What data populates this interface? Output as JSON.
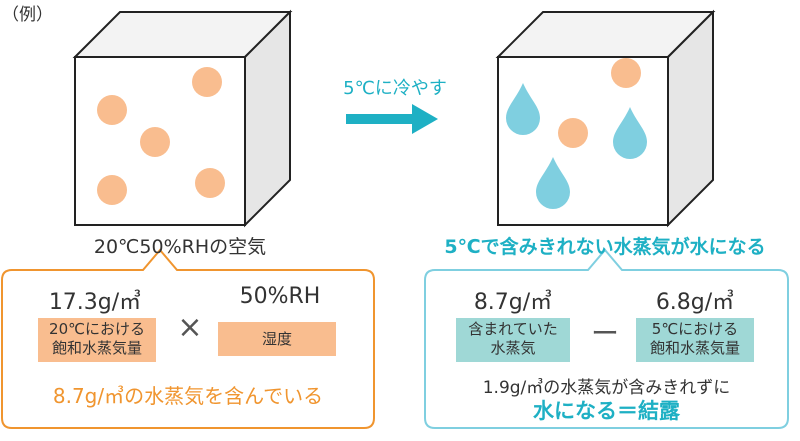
{
  "example_label": "（例）",
  "arrow_label": "5℃に冷やす",
  "left_box_caption": "20℃50%RHの空気",
  "right_box_caption": "5℃で含みきれない水蒸気が水になる",
  "left_panel": {
    "saturation_value": "17.3g/㎥",
    "saturation_label_line1": "20℃における",
    "saturation_label_line2": "飽和水蒸気量",
    "multiply_sign": "×",
    "humidity_value": "50%RH",
    "humidity_label": "湿度",
    "result": "8.7g/㎥の水蒸気を含んでいる"
  },
  "right_panel": {
    "contained_value": "8.7g/㎥",
    "contained_label_line1": "含まれていた",
    "contained_label_line2": "水蒸気",
    "minus_sign": "ー",
    "saturation_value": "6.8g/㎥",
    "saturation_label_line1": "5℃における",
    "saturation_label_line2": "飽和水蒸気量",
    "result_line1": "1.9g/㎥の水蒸気が含みきれずに",
    "result_line2": "水になる＝結露"
  },
  "colors": {
    "orange_accent": "#f0952f",
    "teal_accent": "#1eb0c4",
    "orange_tag": "#f9bd8f",
    "green_tag": "#9fd8d6",
    "particle": "#f9bd8f",
    "droplet": "#7fcfe0",
    "cube_front": "#ffffff",
    "cube_side": "#e6e6e6",
    "cube_top": "#f3f3f3"
  }
}
